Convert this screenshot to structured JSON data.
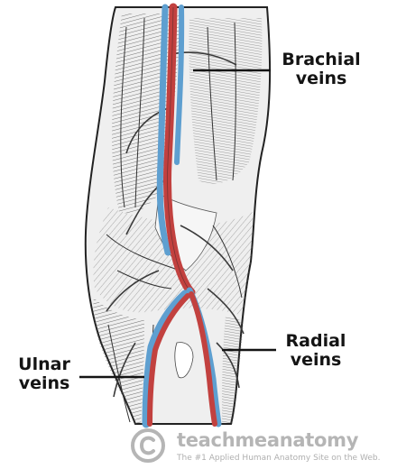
{
  "labels": {
    "brachial": {
      "line1": "Brachial",
      "line2": "veins"
    },
    "radial": {
      "line1": "Radial",
      "line2": "veins"
    },
    "ulnar": {
      "line1": "Ulnar",
      "line2": "veins"
    }
  },
  "watermark": {
    "brand": "teachmeanatomy",
    "tagline": "The #1 Applied Human Anatomy Site on the Web.",
    "logo_icon": "copyright-icon"
  },
  "colors": {
    "background": "#ffffff",
    "artery_red": "#c2413f",
    "vein_blue": "#5e9fd0",
    "engraving": "#3a3a3a",
    "label_text": "#141414",
    "leader_line": "#141414",
    "watermark_gray": "#9a9a9a"
  }
}
